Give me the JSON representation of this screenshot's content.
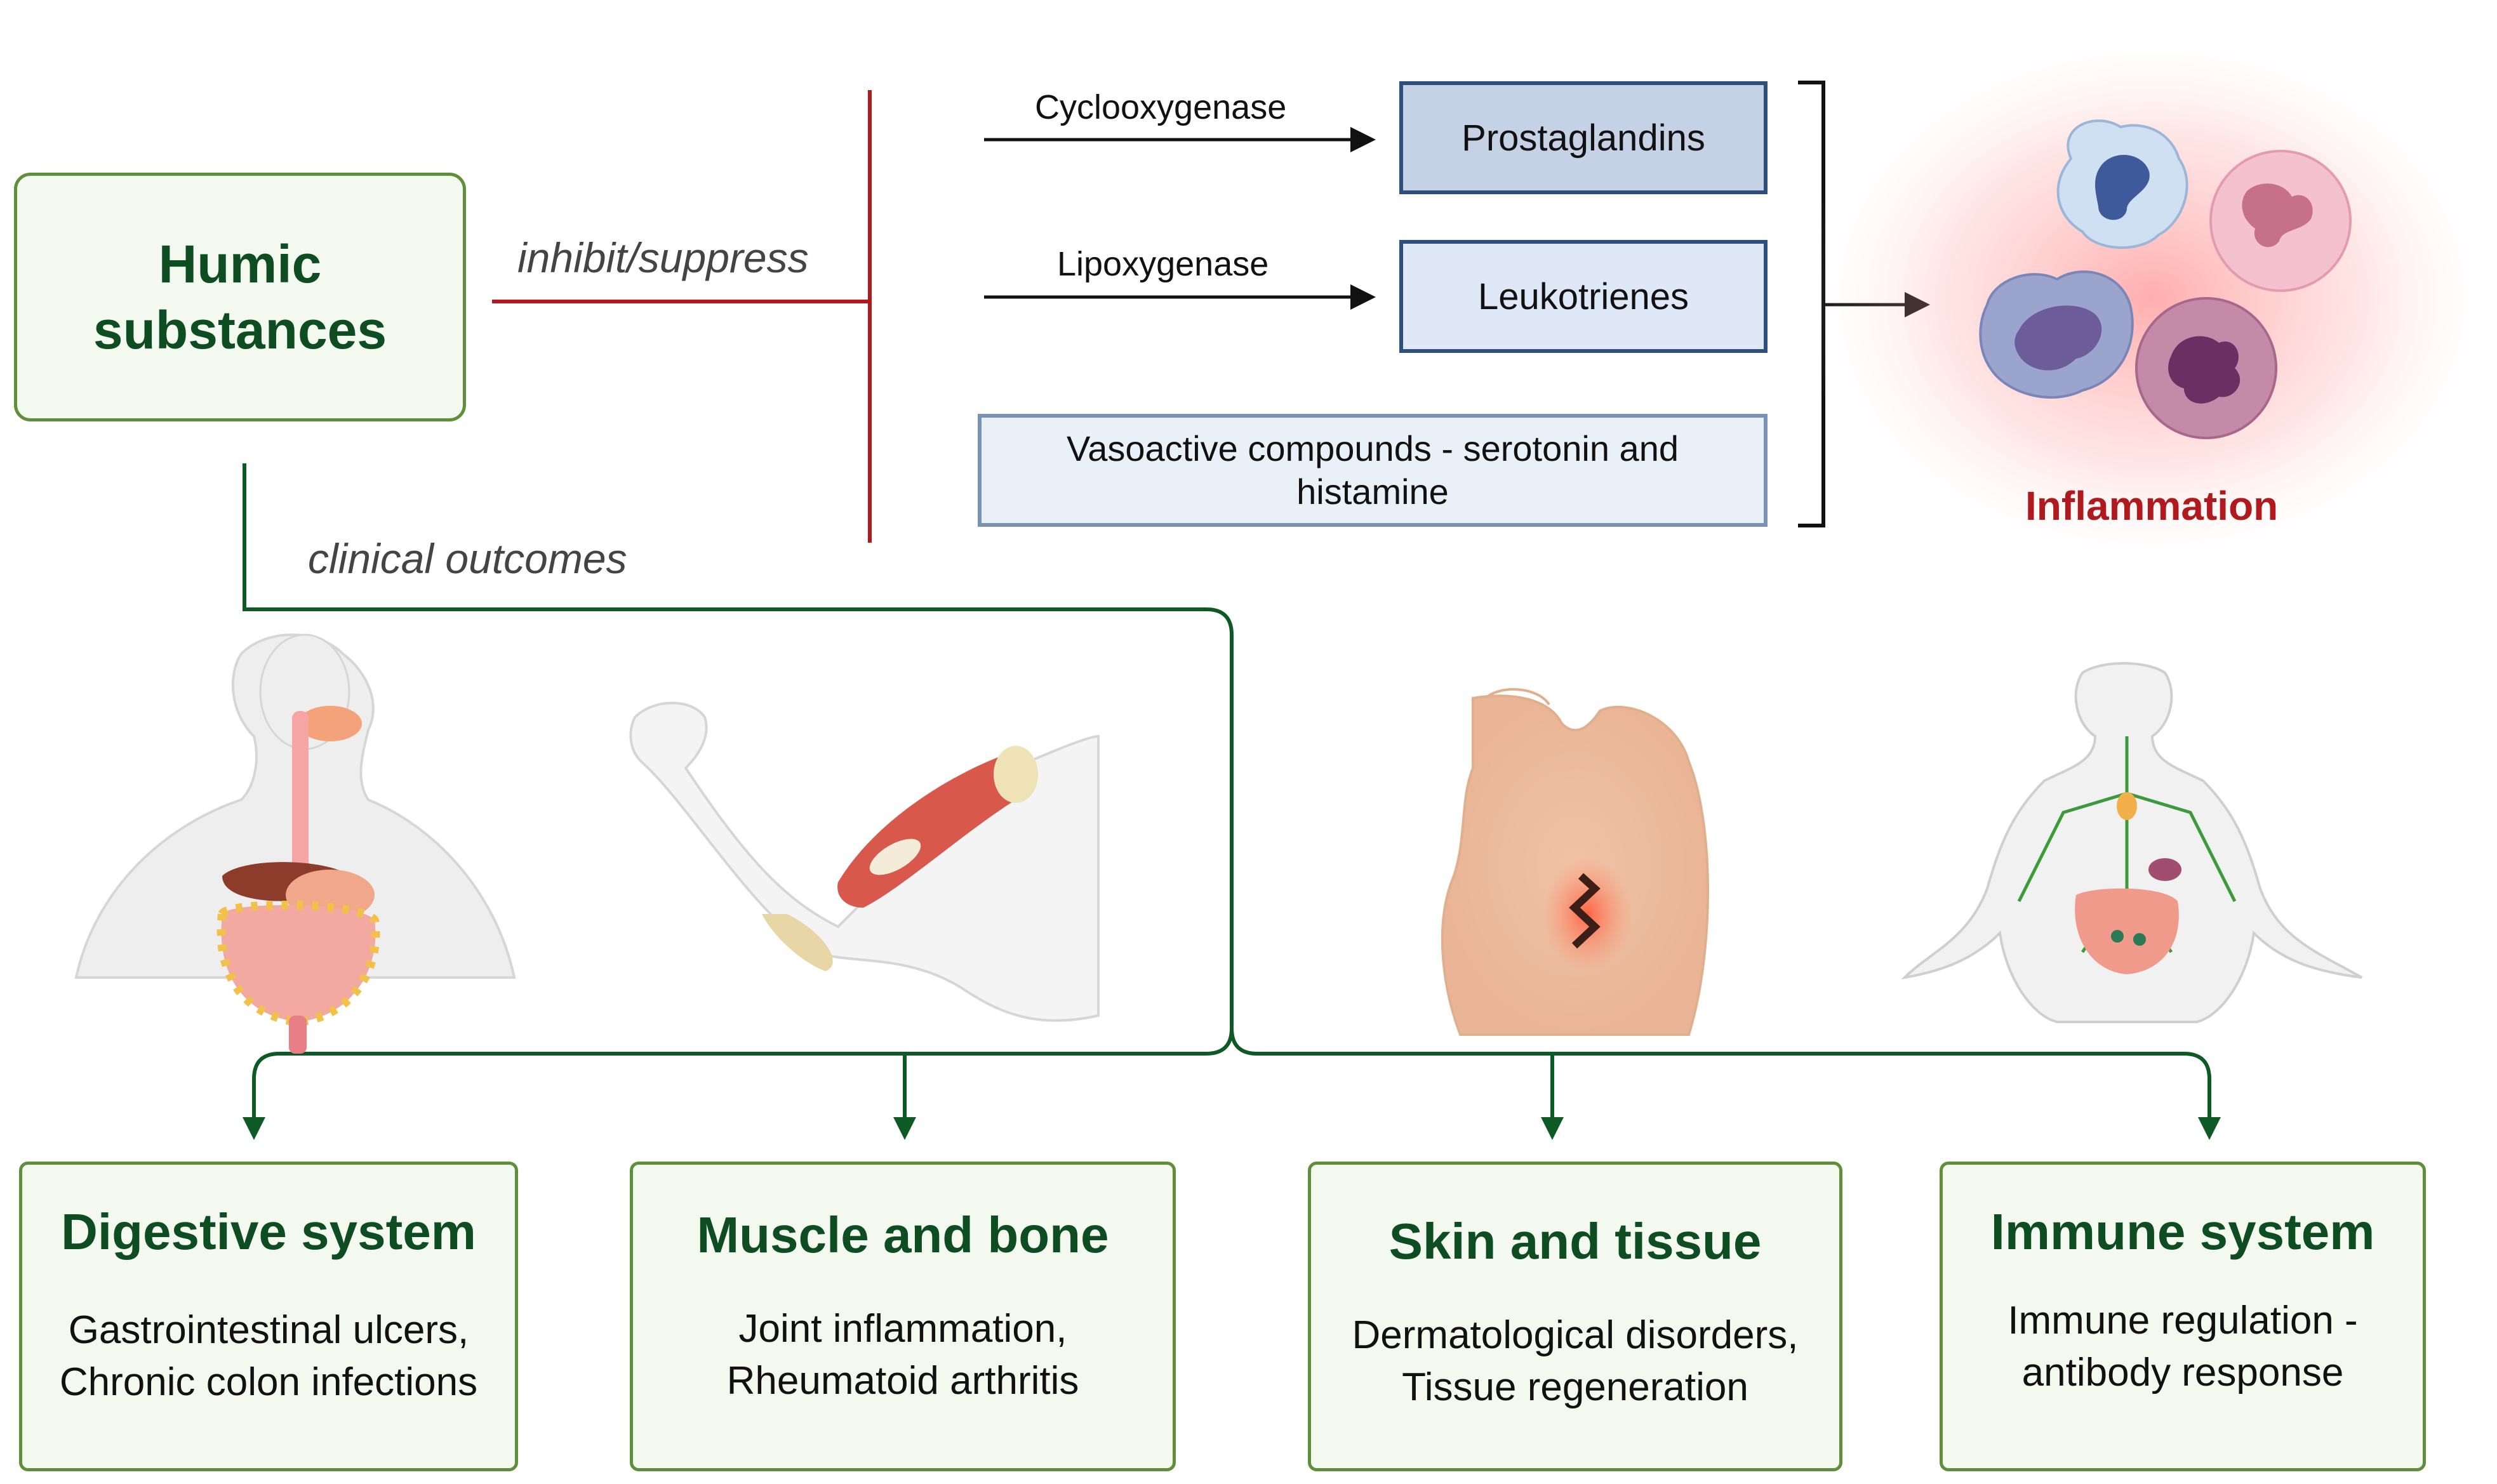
{
  "source": {
    "label": "Humic\nsubstances",
    "inhibit_label": "inhibit/suppress",
    "clinical_label": "clinical outcomes"
  },
  "pathways": [
    {
      "enzyme": "Cyclooxygenase",
      "product": "Prostaglandins"
    },
    {
      "enzyme": "Lipoxygenase",
      "product": "Leukotrienes"
    }
  ],
  "vasoactive": "Vasoactive compounds - serotonin and\nhistamine",
  "result": {
    "label": "Inflammation"
  },
  "outcomes": [
    {
      "title": "Digestive system",
      "text": "Gastrointestinal ulcers,\nChronic colon infections",
      "icon": "digestive-system-illustration"
    },
    {
      "title": "Muscle and bone",
      "text": "Joint inflammation,\nRheumatoid arthritis",
      "icon": "arm-muscle-bone-illustration"
    },
    {
      "title": "Skin and tissue",
      "text": "Dermatological disorders,\nTissue regeneration",
      "icon": "skin-wound-torso-illustration"
    },
    {
      "title": "Immune system",
      "text": "Immune regulation -\nantibody response",
      "icon": "lymphatic-system-illustration"
    }
  ],
  "colors": {
    "green_dark": "#0e5a24",
    "green_border": "#5f8f3a",
    "red_line": "#b0191d",
    "navy": "#2f4f7b"
  }
}
